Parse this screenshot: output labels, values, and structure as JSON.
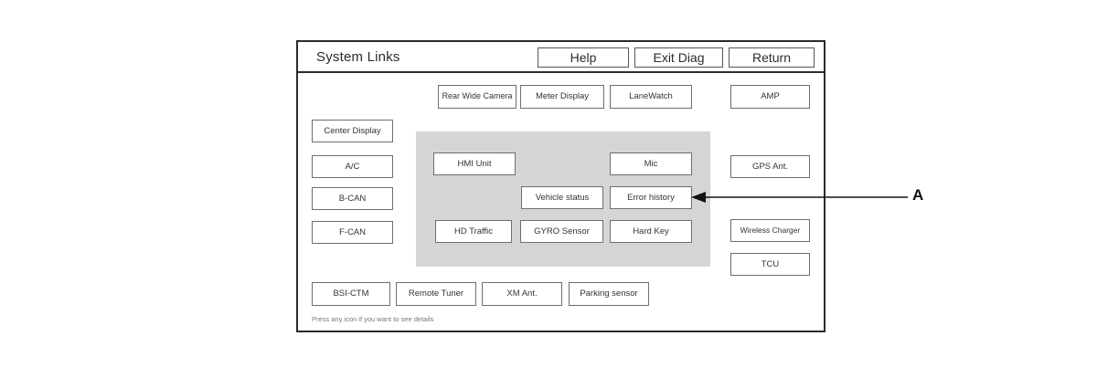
{
  "header": {
    "title": "System Links",
    "buttons": [
      {
        "id": "help",
        "label": "Help"
      },
      {
        "id": "exit-diag",
        "label": "Exit Diag"
      },
      {
        "id": "return",
        "label": "Return"
      }
    ]
  },
  "left_column": [
    {
      "id": "center-display",
      "label": "Center Display"
    },
    {
      "id": "ac",
      "label": "A/C"
    },
    {
      "id": "b-can",
      "label": "B-CAN"
    },
    {
      "id": "f-can",
      "label": "F-CAN"
    }
  ],
  "top_row": [
    {
      "id": "rear-wide-camera",
      "label": "Rear Wide Camera"
    },
    {
      "id": "meter-display",
      "label": "Meter Display"
    },
    {
      "id": "lanewatch",
      "label": "LaneWatch"
    }
  ],
  "right_column": [
    {
      "id": "amp",
      "label": "AMP"
    },
    {
      "id": "gps-ant",
      "label": "GPS Ant."
    },
    {
      "id": "wireless-charger",
      "label": "Wireless Charger"
    },
    {
      "id": "tcu",
      "label": "TCU"
    }
  ],
  "group_region": {
    "fill_color": "#d5d5d5",
    "items": [
      {
        "id": "hmi-unit",
        "label": "HMI Unit"
      },
      {
        "id": "mic",
        "label": "Mic"
      },
      {
        "id": "vehicle-status",
        "label": "Vehicle status"
      },
      {
        "id": "error-history",
        "label": "Error history"
      },
      {
        "id": "hd-traffic",
        "label": "HD Traffic"
      },
      {
        "id": "gyro-sensor",
        "label": "GYRO Sensor"
      },
      {
        "id": "hard-key",
        "label": "Hard Key"
      }
    ]
  },
  "bottom_row": [
    {
      "id": "bsi-ctm",
      "label": "BSI-CTM"
    },
    {
      "id": "remote-tuner",
      "label": "Remote Tuner"
    },
    {
      "id": "xm-ant",
      "label": "XM Ant."
    },
    {
      "id": "parking-sensor",
      "label": "Parking sensor"
    }
  ],
  "footer": {
    "hint": "Press any icon if you want to see details"
  },
  "annotation": {
    "label": "A",
    "points_to": "Error history",
    "line_color": "#111111"
  },
  "colors": {
    "panel_border": "#2b2b2b",
    "button_border": "#6e6e6e",
    "button_fill": "#ffffff",
    "group_fill": "#d5d5d5",
    "text": "#333333",
    "hint_text": "#777777"
  }
}
